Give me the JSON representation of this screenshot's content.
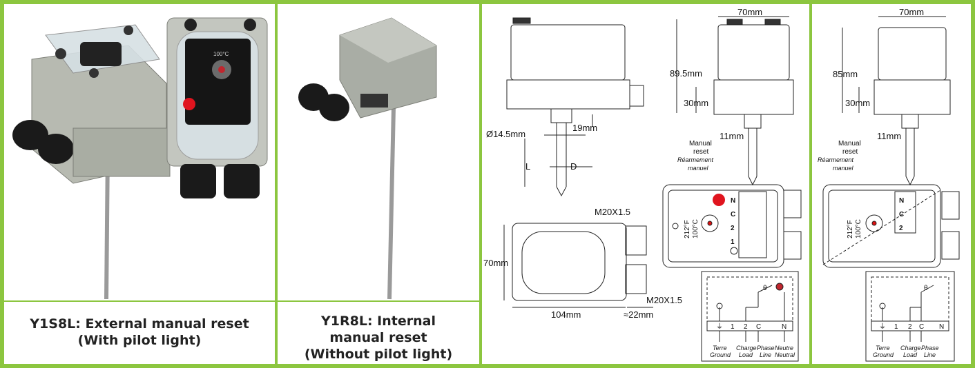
{
  "products": [
    {
      "caption_line1": "Y1S8L: External manual reset",
      "caption_line2": "(With pilot light)",
      "gauge_label": "100°C"
    },
    {
      "caption_line1": "Y1R8L: Internal",
      "caption_line2": "manual reset",
      "caption_line3": "(Without pilot light)"
    }
  ],
  "drawing_left": {
    "width_top": "70mm",
    "height_total": "89.5mm",
    "height_box": "30mm",
    "shaft": "11mm",
    "diameter": "Ø14.5mm",
    "nut": "19mm",
    "length": "L",
    "dia": "D",
    "thread_top": "M20X1.5",
    "thread_bottom": "M20X1.5",
    "side_height": "70mm",
    "base_len": "104mm",
    "extra_len": "≈22mm",
    "reset_en1": "Manual",
    "reset_en2": "reset",
    "reset_fr1": "Réarmement",
    "reset_fr2": "manuel",
    "dial_f": "212°F",
    "dial_c": "100°C",
    "terms": [
      "N",
      "C",
      "2",
      "1"
    ],
    "wiring": {
      "theta": "θ",
      "t_ground": "⏚",
      "t1": "1",
      "t2": "2",
      "tc": "C",
      "tn": "N",
      "fr_ground": "Terre",
      "en_ground": "Ground",
      "fr_load": "Charge",
      "en_load": "Load",
      "fr_phase": "Phase",
      "en_phase": "Line",
      "fr_neutral": "Neutre",
      "en_neutral": "Neutral"
    }
  },
  "drawing_right": {
    "width_top": "70mm",
    "height_total": "85mm",
    "height_box": "30mm",
    "shaft": "11mm",
    "reset_en1": "Manual",
    "reset_en2": "reset",
    "reset_fr1": "Réarmement",
    "reset_fr2": "manuel",
    "dial_f": "212°F",
    "dial_c": "100°C",
    "terms": [
      "N",
      "C",
      "2"
    ],
    "wiring": {
      "theta": "θ",
      "t_ground": "⏚",
      "t1": "1",
      "t2": "2",
      "tc": "C",
      "tn": "N",
      "fr_ground": "Terre",
      "en_ground": "Ground",
      "fr_load": "Charge",
      "en_load": "Load",
      "fr_phase": "Phase",
      "en_phase": "Line"
    }
  },
  "colors": {
    "border": "#8cc63f",
    "pilot": "#e0141e",
    "housing": "#b9bdb4"
  }
}
